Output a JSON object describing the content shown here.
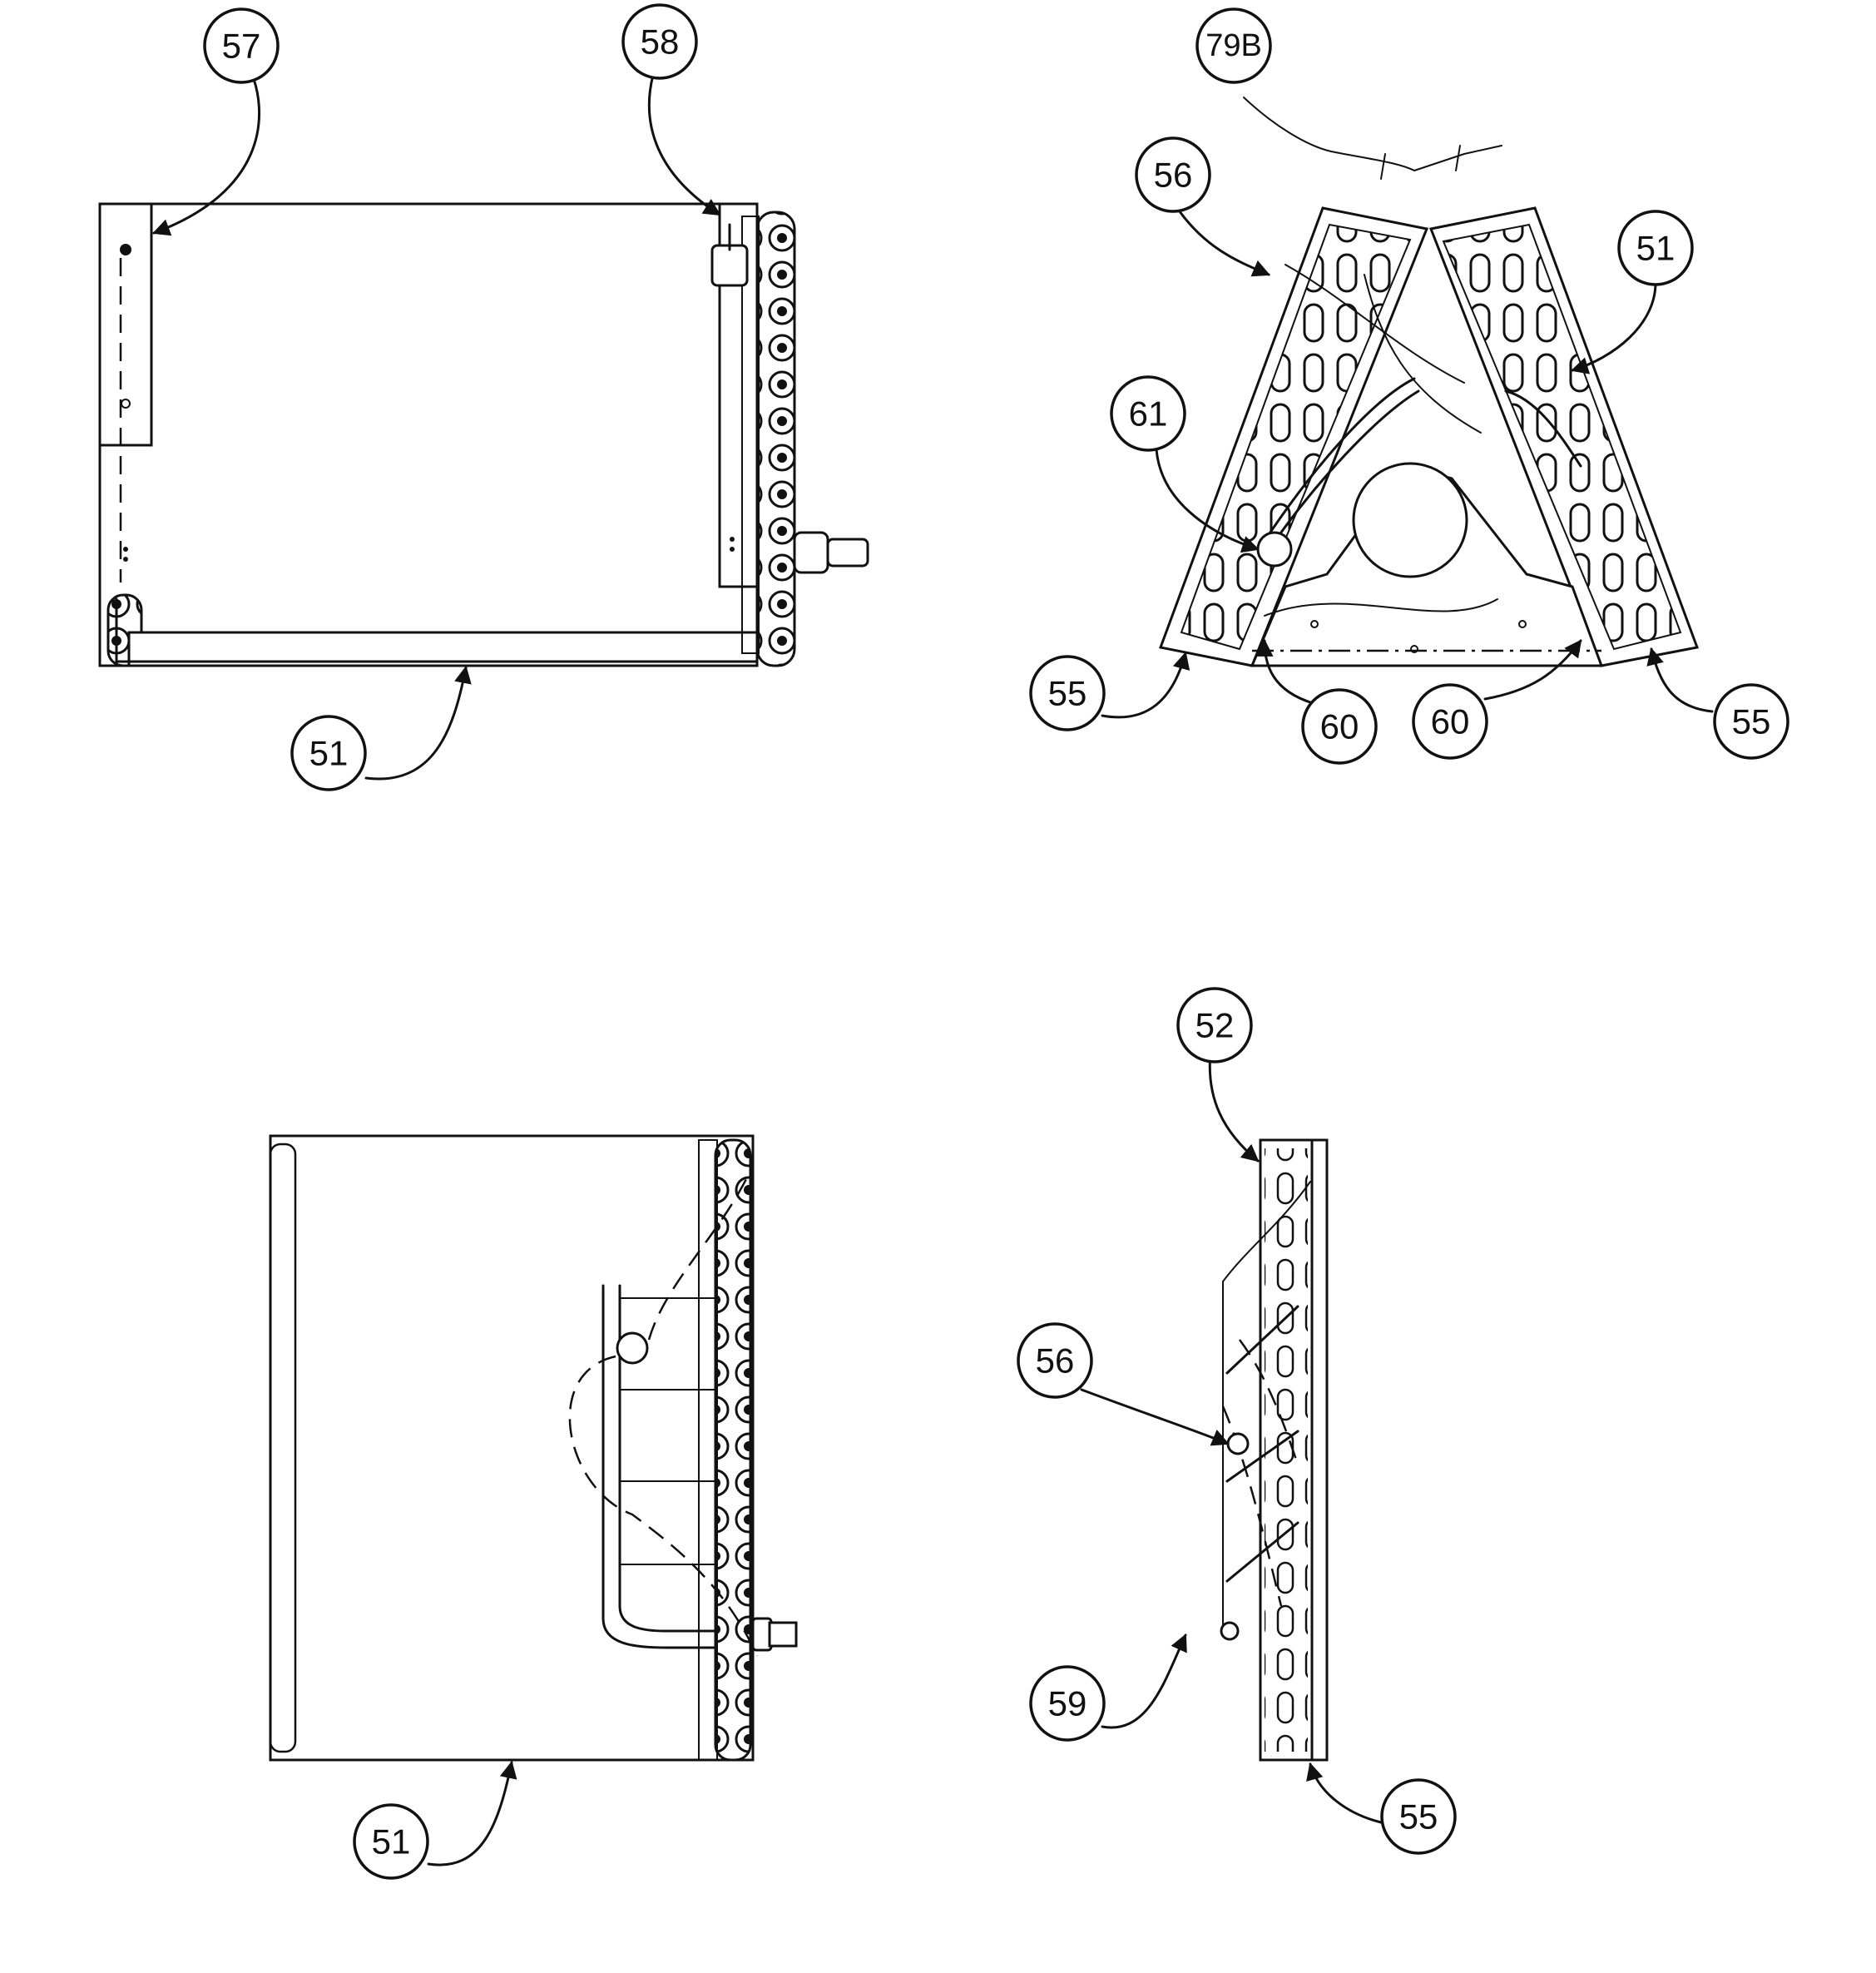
{
  "callouts": {
    "view1_57": "57",
    "view1_58": "58",
    "view1_51": "51",
    "view2_79b": "79B",
    "view2_56": "56",
    "view2_51": "51",
    "view2_61": "61",
    "view2_55_left": "55",
    "view2_60_left": "60",
    "view2_60_right": "60",
    "view2_55_right": "55",
    "view3_51": "51",
    "view4_52": "52",
    "view4_56": "56",
    "view4_59": "59",
    "view4_55": "55"
  }
}
